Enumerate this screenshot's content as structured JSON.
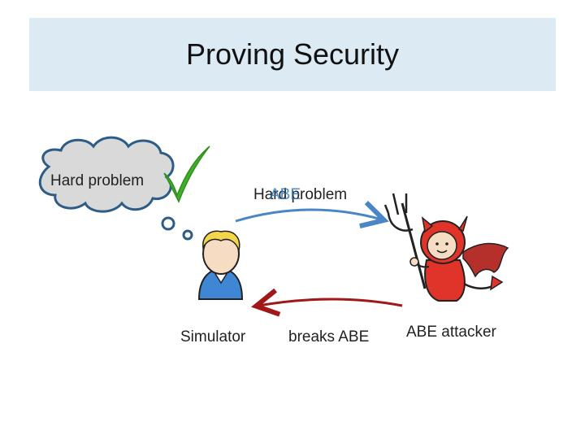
{
  "title": "Proving Security",
  "cloud_label": "Hard problem",
  "arrow_top_label_1": "Hard problem",
  "arrow_top_label_2": "ABE",
  "simulator_label": "Simulator",
  "arrow_bottom_label": "breaks ABE",
  "attacker_label": "ABE attacker",
  "colors": {
    "title_band": "#dcebf3",
    "checkmark": "#3fae2a",
    "arrow_top": "#4a86c5",
    "arrow_bottom": "#a01818",
    "devil": "#e0342a"
  }
}
